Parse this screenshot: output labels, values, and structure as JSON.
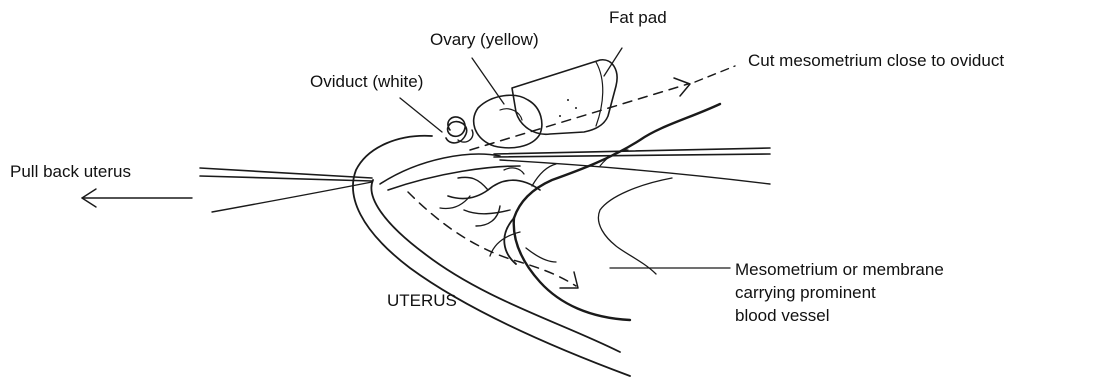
{
  "labels": {
    "fat_pad": "Fat pad",
    "ovary": "Ovary (yellow)",
    "oviduct": "Oviduct (white)",
    "cut_instruction": "Cut mesometrium close to oviduct",
    "pull_instruction": "Pull back uterus",
    "uterus": "UTERUS",
    "mesometrium_line1": "Mesometrium or membrane",
    "mesometrium_line2": "carrying prominent",
    "mesometrium_line3": "blood vessel"
  },
  "colors": {
    "ink": "#1a1a1a",
    "background": "#ffffff"
  }
}
